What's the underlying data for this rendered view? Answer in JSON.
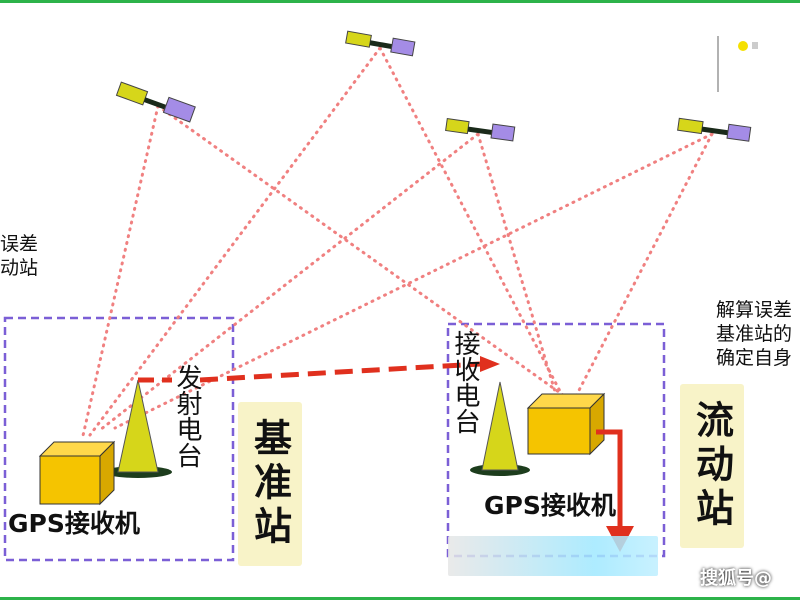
{
  "left_partial": {
    "line1": "误差",
    "line2": "动站"
  },
  "right_partial": {
    "line1": "解算误差",
    "line2": "基准站的",
    "line3": "确定自身"
  },
  "base_station": {
    "transmitter_label": "发射电台",
    "receiver_label": "GPS接收机",
    "name": "基准站"
  },
  "rover_station": {
    "receiver_radio_label": "接收电台",
    "receiver_label": "GPS接收机",
    "name": "流动站"
  },
  "watermark": "搜狐号@",
  "colors": {
    "signal_dots": "#f08080",
    "radio_link": "#e0301e",
    "box_dash": "#7b5fd6",
    "receiver_box": "#f5c400",
    "antenna": "#d6d61a",
    "label_bg": "#f8f3c8",
    "frame": "#2db34a"
  },
  "icons": [
    "satellite-icon",
    "gps-receiver-icon",
    "antenna-icon"
  ]
}
